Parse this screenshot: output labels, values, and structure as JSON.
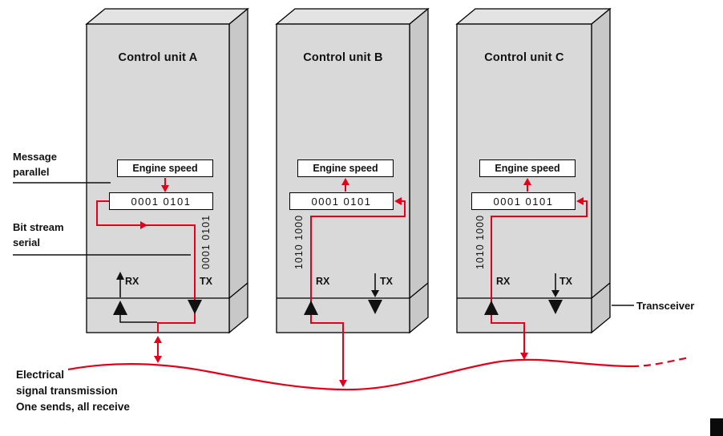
{
  "diagram": {
    "units": [
      {
        "title": "Control unit A",
        "signal": "Engine speed",
        "parallel_bits": "0001 0101",
        "serial_bits": "0001 0101",
        "rx": "RX",
        "tx": "TX"
      },
      {
        "title": "Control unit B",
        "signal": "Engine speed",
        "parallel_bits": "0001 0101",
        "serial_bits": "1010 1000",
        "rx": "RX",
        "tx": "TX"
      },
      {
        "title": "Control unit C",
        "signal": "Engine speed",
        "parallel_bits": "0001 0101",
        "serial_bits": "1010 1000",
        "rx": "RX",
        "tx": "TX"
      }
    ],
    "annotations": {
      "message_parallel": "Message\nparallel",
      "bit_stream_serial": "Bit stream\nserial",
      "transceiver": "Transceiver",
      "bus_note": "Electrical\nsignal transmission\nOne sends, all receive"
    },
    "colors": {
      "signal_red": "#e2001a",
      "unit_gray": "#d9d9d9"
    }
  }
}
